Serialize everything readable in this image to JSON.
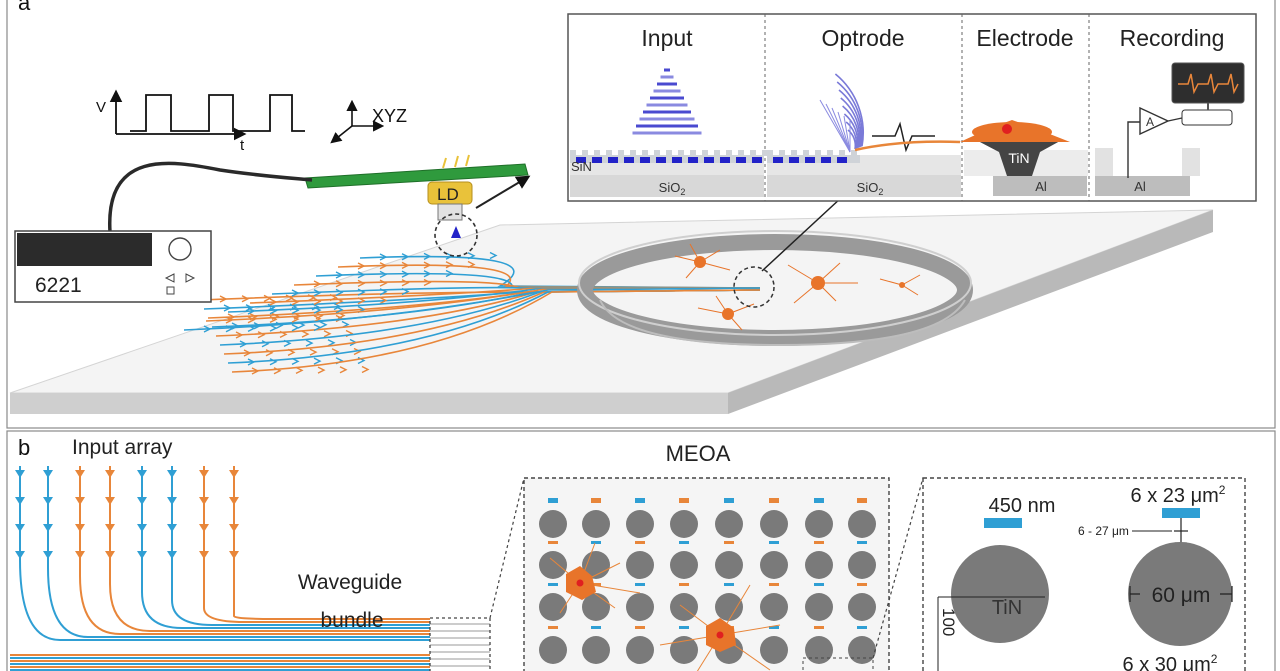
{
  "panel_a": {
    "label": "a",
    "inset_headers": [
      "Input",
      "Optrode",
      "Electrode",
      "Recording"
    ],
    "layers": {
      "sin": "SiN",
      "sio2": "SiO",
      "sio2_sub": "2",
      "tin": "TiN",
      "al": "Al"
    },
    "amp_label": "A",
    "pulse_v": "V",
    "pulse_t": "t",
    "xyz": "XYZ",
    "ld": "LD",
    "source_model": "6221",
    "colors": {
      "blue": "#2f9fd4",
      "orange": "#e8863a",
      "pcb_green": "#2f9a3d",
      "ld_yellow": "#e9c23a",
      "neuron": "#e8742a",
      "grating": "#2323c8"
    }
  },
  "panel_b": {
    "label": "b",
    "input_array": "Input array",
    "waveguide_line1": "Waveguide",
    "waveguide_line2": "bundle",
    "meoa": "MEOA",
    "dim_450": "450 nm",
    "dim_6x23": "6 x 23 μm",
    "dim_6x23_sup": "2",
    "dim_6_27": "6 - 27 μm",
    "tin": "TiN",
    "dim_60": "60 μm",
    "dim_100": "100",
    "dim_6x30": "6 x 30 μm",
    "dim_6x30_sup": "2"
  }
}
